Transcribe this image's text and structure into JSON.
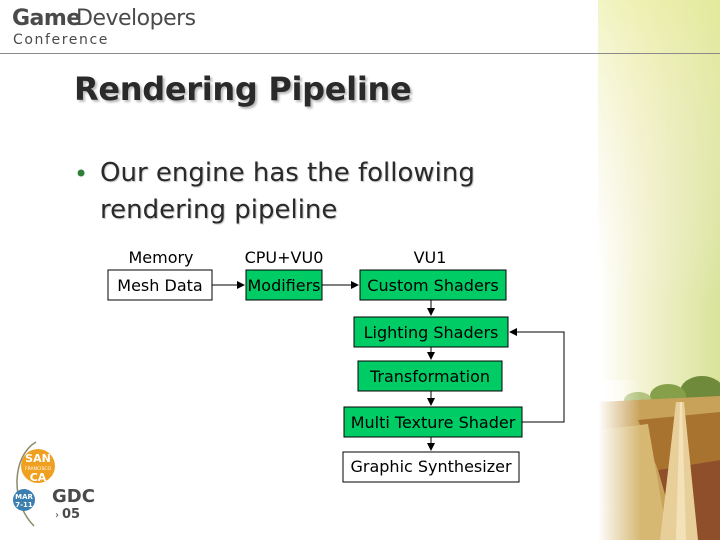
{
  "header": {
    "logo_game": "Game",
    "logo_developers": "Developers",
    "logo_conference": "Conference"
  },
  "slide": {
    "title": "Rendering Pipeline",
    "bullet": "Our engine has the following rendering pipeline"
  },
  "diagram": {
    "columns": [
      "Memory",
      "CPU+VU0",
      "VU1"
    ],
    "boxes": {
      "mesh_data": "Mesh Data",
      "modifiers": "Modifiers",
      "custom_shaders": "Custom Shaders",
      "lighting_shaders": "Lighting Shaders",
      "transformation": "Transformation",
      "multi_texture_shader": "Multi Texture Shader",
      "graphic_synthesizer": "Graphic Synthesizer"
    },
    "colors": {
      "shader_fill": "#00cc66",
      "plain_fill": "#ffffff",
      "border": "#000000"
    }
  },
  "badge": {
    "line1": "SAN",
    "line2": "FRANCISCO",
    "line3": "CA",
    "date_month": "MAR",
    "date_days": "7-11",
    "event": "GDC",
    "year": "05"
  },
  "theme": {
    "bullet_color": "#2f7f3a",
    "title_color": "#2a2a2a"
  }
}
